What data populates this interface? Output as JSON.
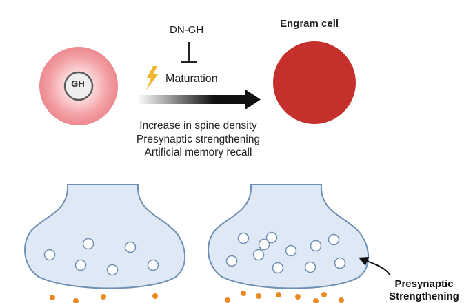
{
  "top_panel": {
    "inhibitor_label": "DN-GH",
    "process_label": "Maturation",
    "cell_marker": "GH",
    "target_title": "Engram cell",
    "effects": [
      "Increase in spine density",
      "Presynaptic strengthening",
      "Artificial memory recall"
    ]
  },
  "bottom_panel": {
    "annotation": "Presynaptic Strengthening"
  },
  "colors": {
    "engram_cell": "#c5302c",
    "gh_cell_glow": "#f08a8f",
    "arrow": "#111111",
    "bolt": "#f2b52b",
    "terminal_fill": "#dfe9f5",
    "terminal_stroke": "#6e8fb3",
    "vesicle_fill": "#ffffff",
    "neurotransmitter": "#ea8a1f"
  },
  "icons": [
    "lightning-bolt-icon",
    "inhibition-bar-icon",
    "curved-arrow-icon"
  ]
}
